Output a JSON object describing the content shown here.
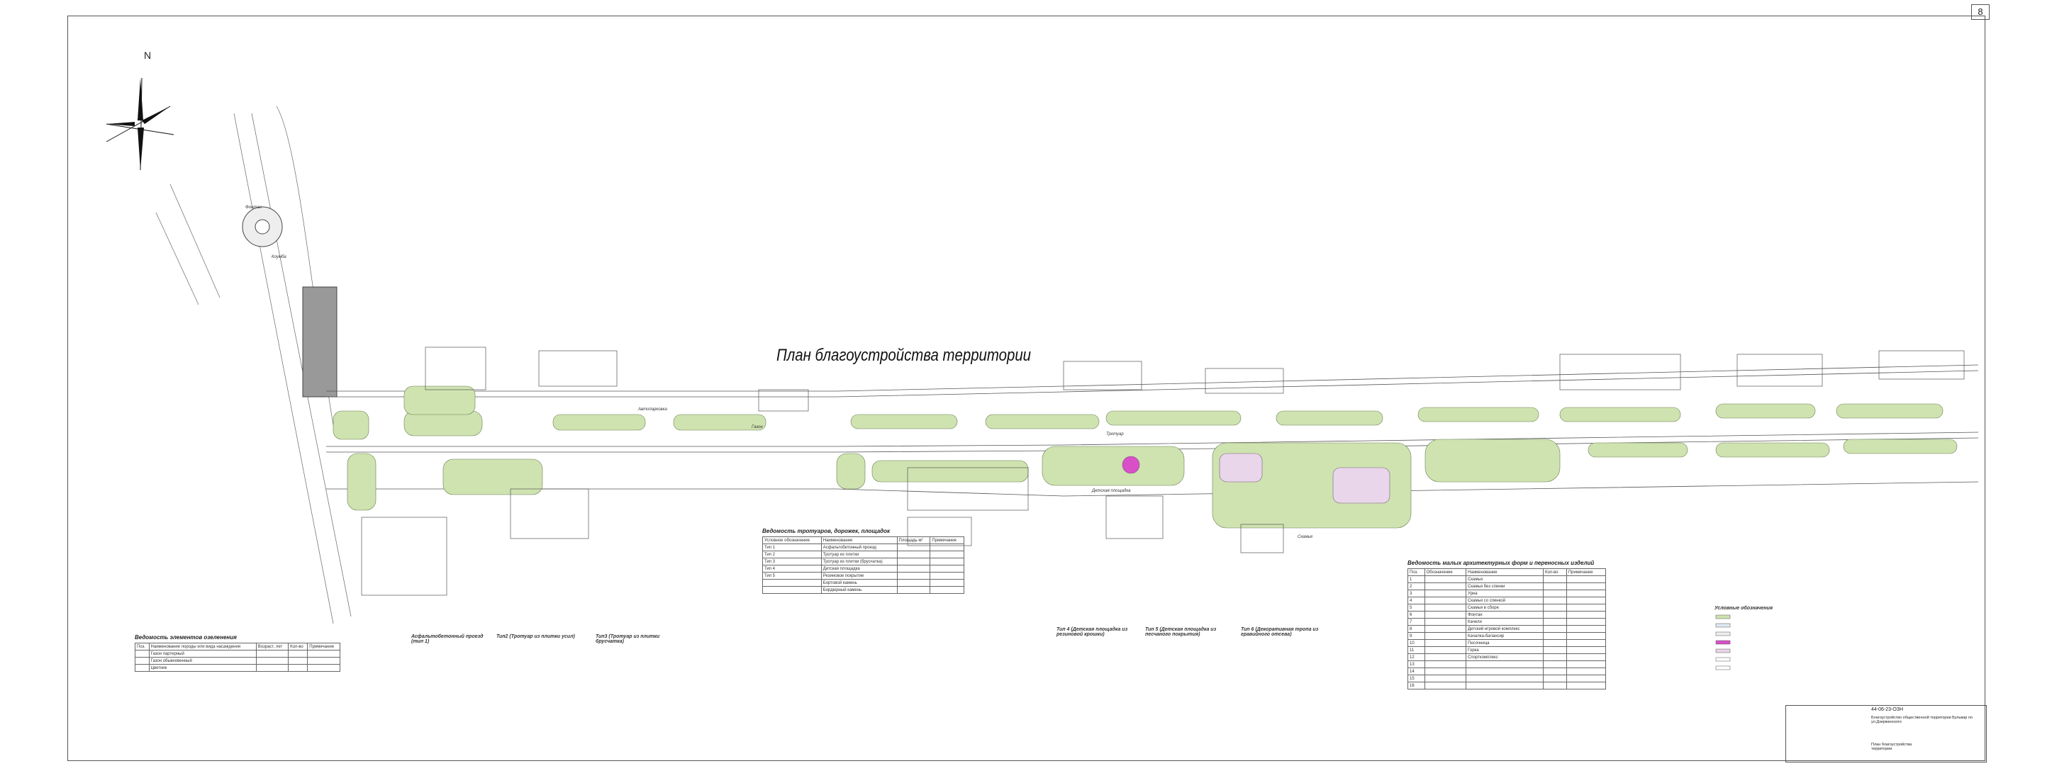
{
  "sheet": {
    "number": "8",
    "north_label": "N",
    "title": "План благоустройства территории"
  },
  "labels": {
    "fountain": "Фонтан",
    "flower_bed": "Клумба",
    "lawn": "Газон",
    "sidewalk": "Тротуар",
    "bench": "Скамья",
    "playground": "Детская площадка",
    "parking": "Автопарковка"
  },
  "tables": {
    "greening": {
      "caption": "Ведомость элементов озеленения",
      "header": [
        "Поз.",
        "Наименование породы или вида насаждения",
        "Возраст, лет",
        "Кол-во",
        "Примечание"
      ],
      "rows": [
        [
          "",
          "Газон партерный",
          "",
          "",
          ""
        ],
        [
          "",
          "Газон обыкновенный",
          "",
          "",
          ""
        ],
        [
          "",
          "Цветник",
          "",
          "",
          ""
        ]
      ]
    },
    "paving": {
      "caption": "Ведомость тротуаров, дорожек, площадок",
      "header": [
        "Условное обозначение",
        "Наименование",
        "Площадь м²",
        "Примечание"
      ],
      "rows": [
        [
          "Тип 1",
          "Асфальтобетонный проезд",
          "",
          ""
        ],
        [
          "Тип 2",
          "Тротуар из плитки",
          "",
          ""
        ],
        [
          "Тип 3",
          "Тротуар из плитки (брусчатка)",
          "",
          ""
        ],
        [
          "Тип 4",
          "Детская площадка",
          "",
          ""
        ],
        [
          "Тип 5",
          "Резиновое покрытие",
          "",
          ""
        ],
        [
          "",
          "Бортовой камень",
          "",
          ""
        ],
        [
          "",
          "Бордюрный камень",
          "",
          ""
        ]
      ]
    },
    "small_forms": {
      "caption": "Ведомость малых архитектурных форм и переносных изделий",
      "header": [
        "Поз.",
        "Обозначение",
        "Наименование",
        "Кол-во",
        "Примечание"
      ],
      "rows": [
        [
          "1",
          "",
          "Скамья",
          "",
          ""
        ],
        [
          "2",
          "",
          "Скамья без спинки",
          "",
          ""
        ],
        [
          "3",
          "",
          "Урна",
          "",
          ""
        ],
        [
          "4",
          "",
          "Скамья со спинкой",
          "",
          ""
        ],
        [
          "5",
          "",
          "Скамья в сборе",
          "",
          ""
        ],
        [
          "6",
          "",
          "Фонтан",
          "",
          ""
        ],
        [
          "7",
          "",
          "Качели",
          "",
          ""
        ],
        [
          "8",
          "",
          "Детский игровой комплекс",
          "",
          ""
        ],
        [
          "9",
          "",
          "Качалка-балансир",
          "",
          ""
        ],
        [
          "10",
          "",
          "Песочница",
          "",
          ""
        ],
        [
          "11",
          "",
          "Горка",
          "",
          ""
        ],
        [
          "12",
          "",
          "Спорткомплекс",
          "",
          ""
        ],
        [
          "13",
          "",
          "",
          "",
          ""
        ],
        [
          "14",
          "",
          "",
          "",
          ""
        ],
        [
          "15",
          "",
          "",
          "",
          ""
        ],
        [
          "16",
          "",
          "",
          "",
          ""
        ]
      ]
    },
    "legend": {
      "caption": "Условные обозначения"
    }
  },
  "sections": [
    {
      "caption": "Асфальтобетонный проезд (тип 1)"
    },
    {
      "caption": "Тип2 (Тротуар из плитки усил)"
    },
    {
      "caption": "Тип3 (Тротуар из плитки брусчатка)"
    },
    {
      "caption": "Тип 4 (Детская площадка из резиновой крошки)"
    },
    {
      "caption": "Тип 5 (Детская площадка из песчаного покрытия)"
    },
    {
      "caption": "Тип 6 (Декоративная тропа из гравийного отсева)"
    }
  ],
  "stamp": {
    "code": "44-06-23-ОЗН",
    "object": "Благоустройство общественной территории Бульвар по ул.Дзержинского",
    "sheet_name": "План благоустройства территории"
  },
  "colors": {
    "lawn": "#cfe3b0",
    "paving": "#dfe9f3",
    "playground": "#e9d6ea",
    "accent": "#d94fc7"
  }
}
